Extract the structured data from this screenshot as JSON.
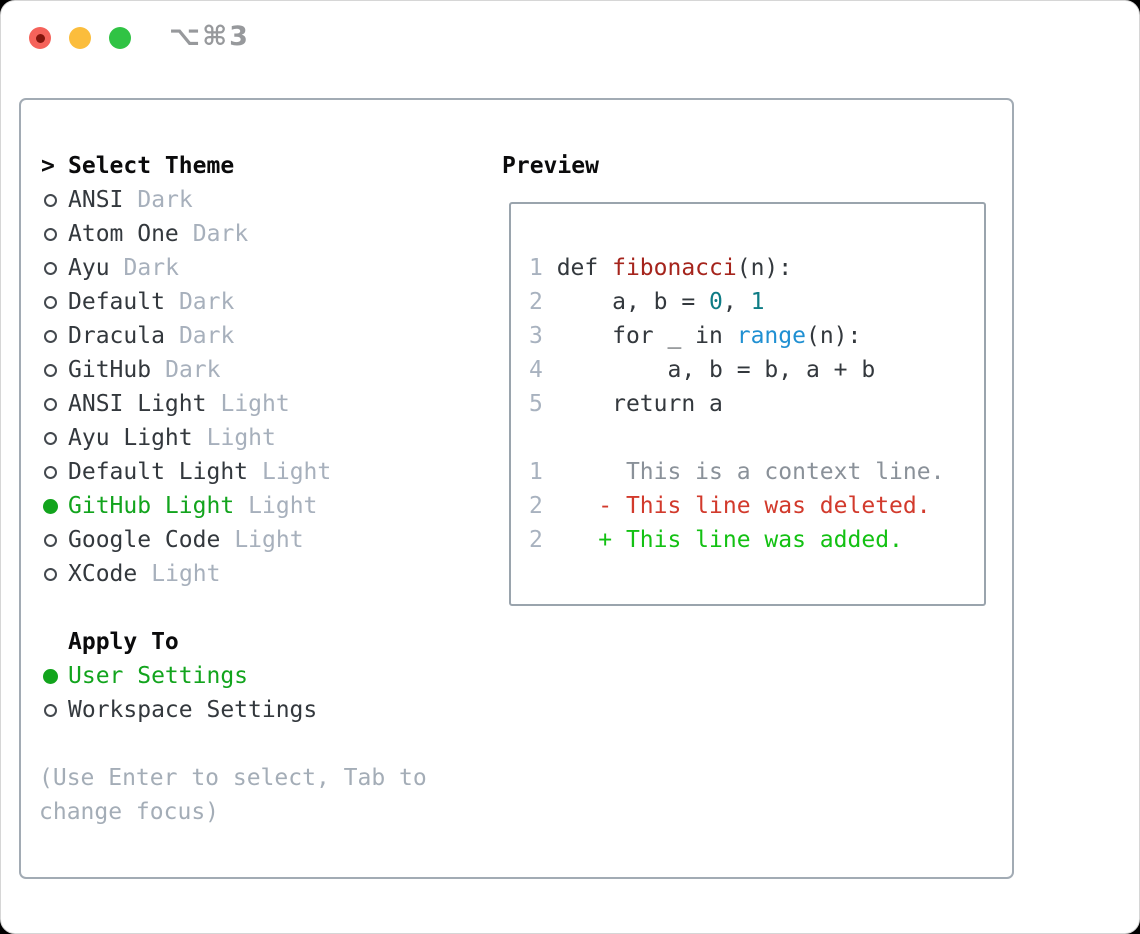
{
  "window": {
    "title": "⌥⌘3",
    "traffic_lights": {
      "close": "close",
      "minimize": "minimize",
      "zoom": "zoom"
    }
  },
  "sidebar": {
    "prompt": ">",
    "title": "Select Theme",
    "themes": [
      {
        "name": "ANSI",
        "variant": "Dark",
        "selected": false
      },
      {
        "name": "Atom One",
        "variant": "Dark",
        "selected": false
      },
      {
        "name": "Ayu",
        "variant": "Dark",
        "selected": false
      },
      {
        "name": "Default",
        "variant": "Dark",
        "selected": false
      },
      {
        "name": "Dracula",
        "variant": "Dark",
        "selected": false
      },
      {
        "name": "GitHub",
        "variant": "Dark",
        "selected": false
      },
      {
        "name": "ANSI Light",
        "variant": "Light",
        "selected": false
      },
      {
        "name": "Ayu Light",
        "variant": "Light",
        "selected": false
      },
      {
        "name": "Default Light",
        "variant": "Light",
        "selected": false
      },
      {
        "name": "GitHub Light",
        "variant": "Light",
        "selected": true
      },
      {
        "name": "Google Code",
        "variant": "Light",
        "selected": false
      },
      {
        "name": "XCode",
        "variant": "Light",
        "selected": false
      }
    ],
    "apply_to": {
      "title": "Apply To",
      "options": [
        {
          "name": "User Settings",
          "selected": true
        },
        {
          "name": "Workspace Settings",
          "selected": false
        }
      ]
    },
    "hint": "(Use Enter to select, Tab to change focus)"
  },
  "preview": {
    "title": "Preview",
    "lines": [
      {
        "num": "1",
        "segs": [
          [
            "code",
            "def "
          ],
          [
            "func",
            "fibonacci"
          ],
          [
            "code",
            "(n):"
          ]
        ]
      },
      {
        "num": "2",
        "segs": [
          [
            "code",
            "    a, b = "
          ],
          [
            "num",
            "0"
          ],
          [
            "code",
            ", "
          ],
          [
            "num",
            "1"
          ]
        ]
      },
      {
        "num": "3",
        "segs": [
          [
            "code",
            "    for _ in "
          ],
          [
            "call",
            "range"
          ],
          [
            "code",
            "(n):"
          ]
        ]
      },
      {
        "num": "4",
        "segs": [
          [
            "code",
            "        a, b = b, a + b"
          ]
        ]
      },
      {
        "num": "5",
        "segs": [
          [
            "code",
            "    return a"
          ]
        ]
      },
      {
        "num": "",
        "segs": []
      },
      {
        "num": "1",
        "segs": [
          [
            "ctx",
            "     This is a context line."
          ]
        ]
      },
      {
        "num": "2",
        "segs": [
          [
            "del",
            "   - This line was deleted."
          ]
        ]
      },
      {
        "num": "2",
        "segs": [
          [
            "add",
            "   + This line was added."
          ]
        ]
      }
    ]
  },
  "colors": {
    "accent_green": "#12a41d",
    "added_green": "#13c113",
    "deleted_red": "#d23a2c",
    "function_red": "#a5241c",
    "builtin_blue": "#2090d2",
    "number_teal": "#0e7c85",
    "code_dark": "#33383d",
    "context_gray": "#8a9199",
    "muted_gray": "#a7b0bc",
    "hint_gray": "#a4adb7",
    "line_number_gray": "#a8b2bf"
  }
}
